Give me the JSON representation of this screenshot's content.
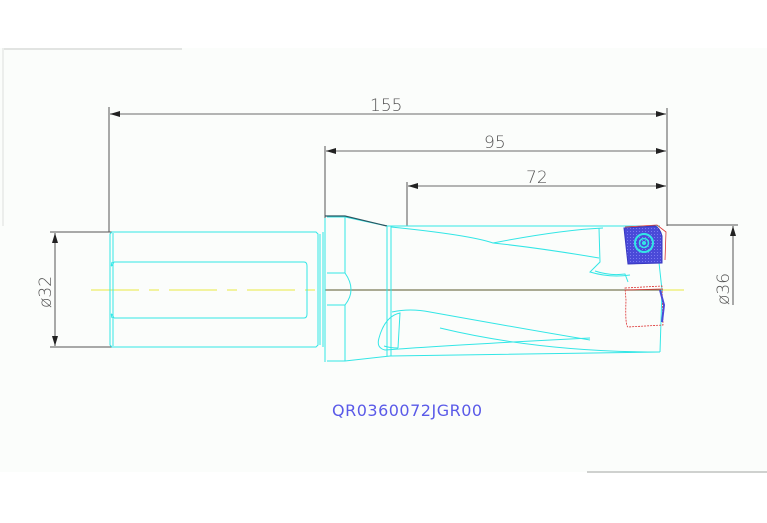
{
  "drawing": {
    "part_number": "QR0360072JGR00",
    "dimensions": {
      "overall_length": "155",
      "body_length": "95",
      "flute_length": "72",
      "shank_diameter": "ø32",
      "cutting_diameter": "ø36"
    },
    "colors": {
      "outline": "#33e6e6",
      "dimension_lines": "#555555",
      "centerline": "#f0f080",
      "insert_fill": "#4a4ad8",
      "insert_outline_red": "#dd3333",
      "part_number": "#5a5ae8",
      "sheet_background": "#fbfdfb"
    }
  }
}
